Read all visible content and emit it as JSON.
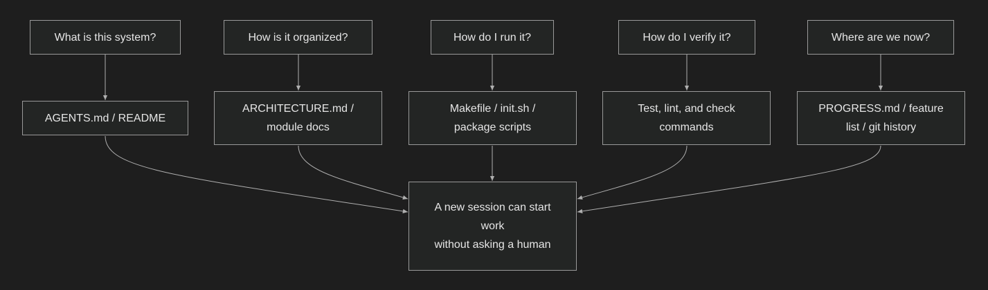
{
  "questions": [
    {
      "label": "What is this system?"
    },
    {
      "label": "How is it organized?"
    },
    {
      "label": "How do I run it?"
    },
    {
      "label": "How do I verify it?"
    },
    {
      "label": "Where are we now?"
    }
  ],
  "artifacts": [
    {
      "lines": [
        "AGENTS.md / README"
      ]
    },
    {
      "lines": [
        "ARCHITECTURE.md /",
        "module docs"
      ]
    },
    {
      "lines": [
        "Makefile / init.sh /",
        "package scripts"
      ]
    },
    {
      "lines": [
        "Test, lint, and check",
        "commands"
      ]
    },
    {
      "lines": [
        "PROGRESS.md / feature",
        "list / git history"
      ]
    }
  ],
  "goal": {
    "lines": [
      "A new session can start",
      "work",
      "without asking a human"
    ]
  },
  "colors": {
    "background": "#1e1e1e",
    "node_fill": "#232524",
    "node_border": "#9a9a9a",
    "text": "#e6e6e6",
    "edge": "#b0b0b0"
  }
}
